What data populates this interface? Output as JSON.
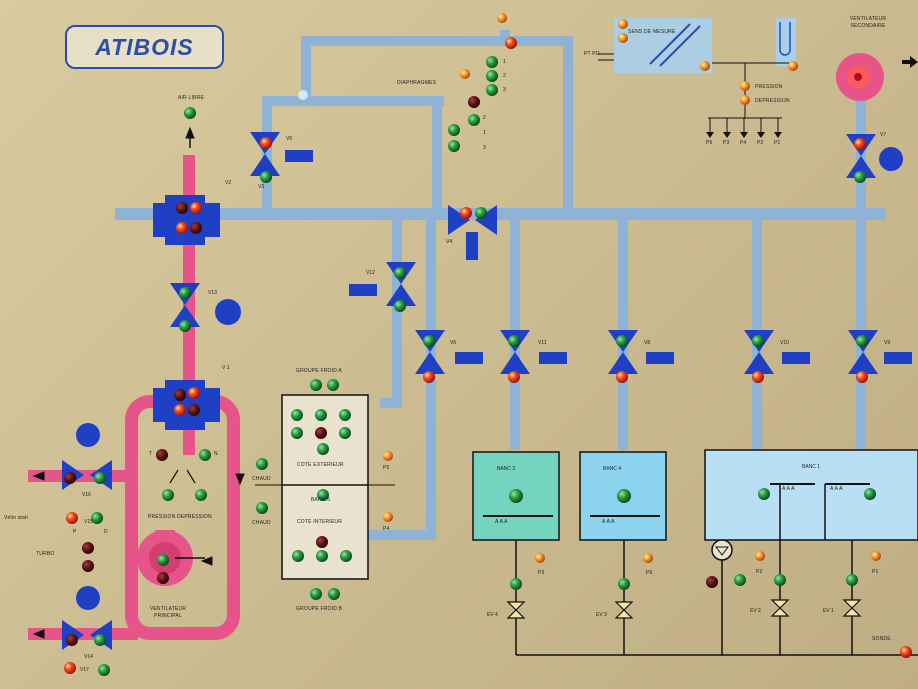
{
  "brand": "ATIBOIS",
  "labels": {
    "air_libre": "AIR LIBRE",
    "diaphragmes": "DIAPHRAGMES",
    "sens_mesure": "SENS DE MESURE",
    "pt_pd": "PT PD",
    "pression": "PRESSION",
    "depression": "DEPRESSION",
    "ventilateur_secondaire": "VENTILATEUR SECONDAIRE",
    "groupe_froid_a": "GROUPE FROID A",
    "groupe_froid_b": "GROUPE FROID B",
    "cote_exterieur": "COTE EXTERIEUR",
    "banc_5": "BANC 5",
    "cote_interieur": "COTE INTERIEUR",
    "chaud_1": "CHAUD",
    "chaud_2": "CHAUD",
    "pression_depression": "PRESSION  DEPRESSION",
    "ventilateur_principal": "VENTILATEUR PRINCIPAL",
    "velin": "Vélin stati",
    "turbo": "TURBO",
    "banc_3": "BANC 3",
    "banc_4": "BANC 4",
    "banc_1": "BANC 1",
    "t_label": "T",
    "n_label": "N",
    "p_label": "P",
    "d_label": "D",
    "p5": "P5",
    "p4": "P4",
    "p3": "P3",
    "p6": "P6",
    "p2": "P2",
    "p1": "P1",
    "sonde": "SONDE"
  },
  "valves": {
    "v1": "V 1",
    "v2": "V2",
    "v3": "V3",
    "v4": "V4",
    "v5": "V5",
    "v6": "V6",
    "v7": "V7",
    "v8": "V8",
    "v9": "V9",
    "v10": "V10",
    "v11": "V11",
    "v12": "V12",
    "v13": "V13",
    "v14": "V14",
    "v15": "V15",
    "v16": "V16",
    "v17": "V17"
  },
  "pressure_outputs": [
    "P5",
    "P3",
    "P4",
    "P2",
    "P1"
  ],
  "diaphragm_numbers_a": [
    "1",
    "2",
    "3"
  ],
  "diaphragm_numbers_b": [
    "1",
    "2",
    "3"
  ],
  "ev": {
    "ev4": "EV 4",
    "ev3": "EV 3",
    "ev2": "EV 2",
    "ev1": "EV 1"
  },
  "banc_ports": "A A A",
  "colors": {
    "pipe_blue": "#8fb3d6",
    "pipe_pink": "#e6548a",
    "valve_blue": "#1f3fc4",
    "lamp_green": "#1f8f3c",
    "lamp_red": "#ff3b1f",
    "lamp_orange": "#ff8a1f"
  }
}
